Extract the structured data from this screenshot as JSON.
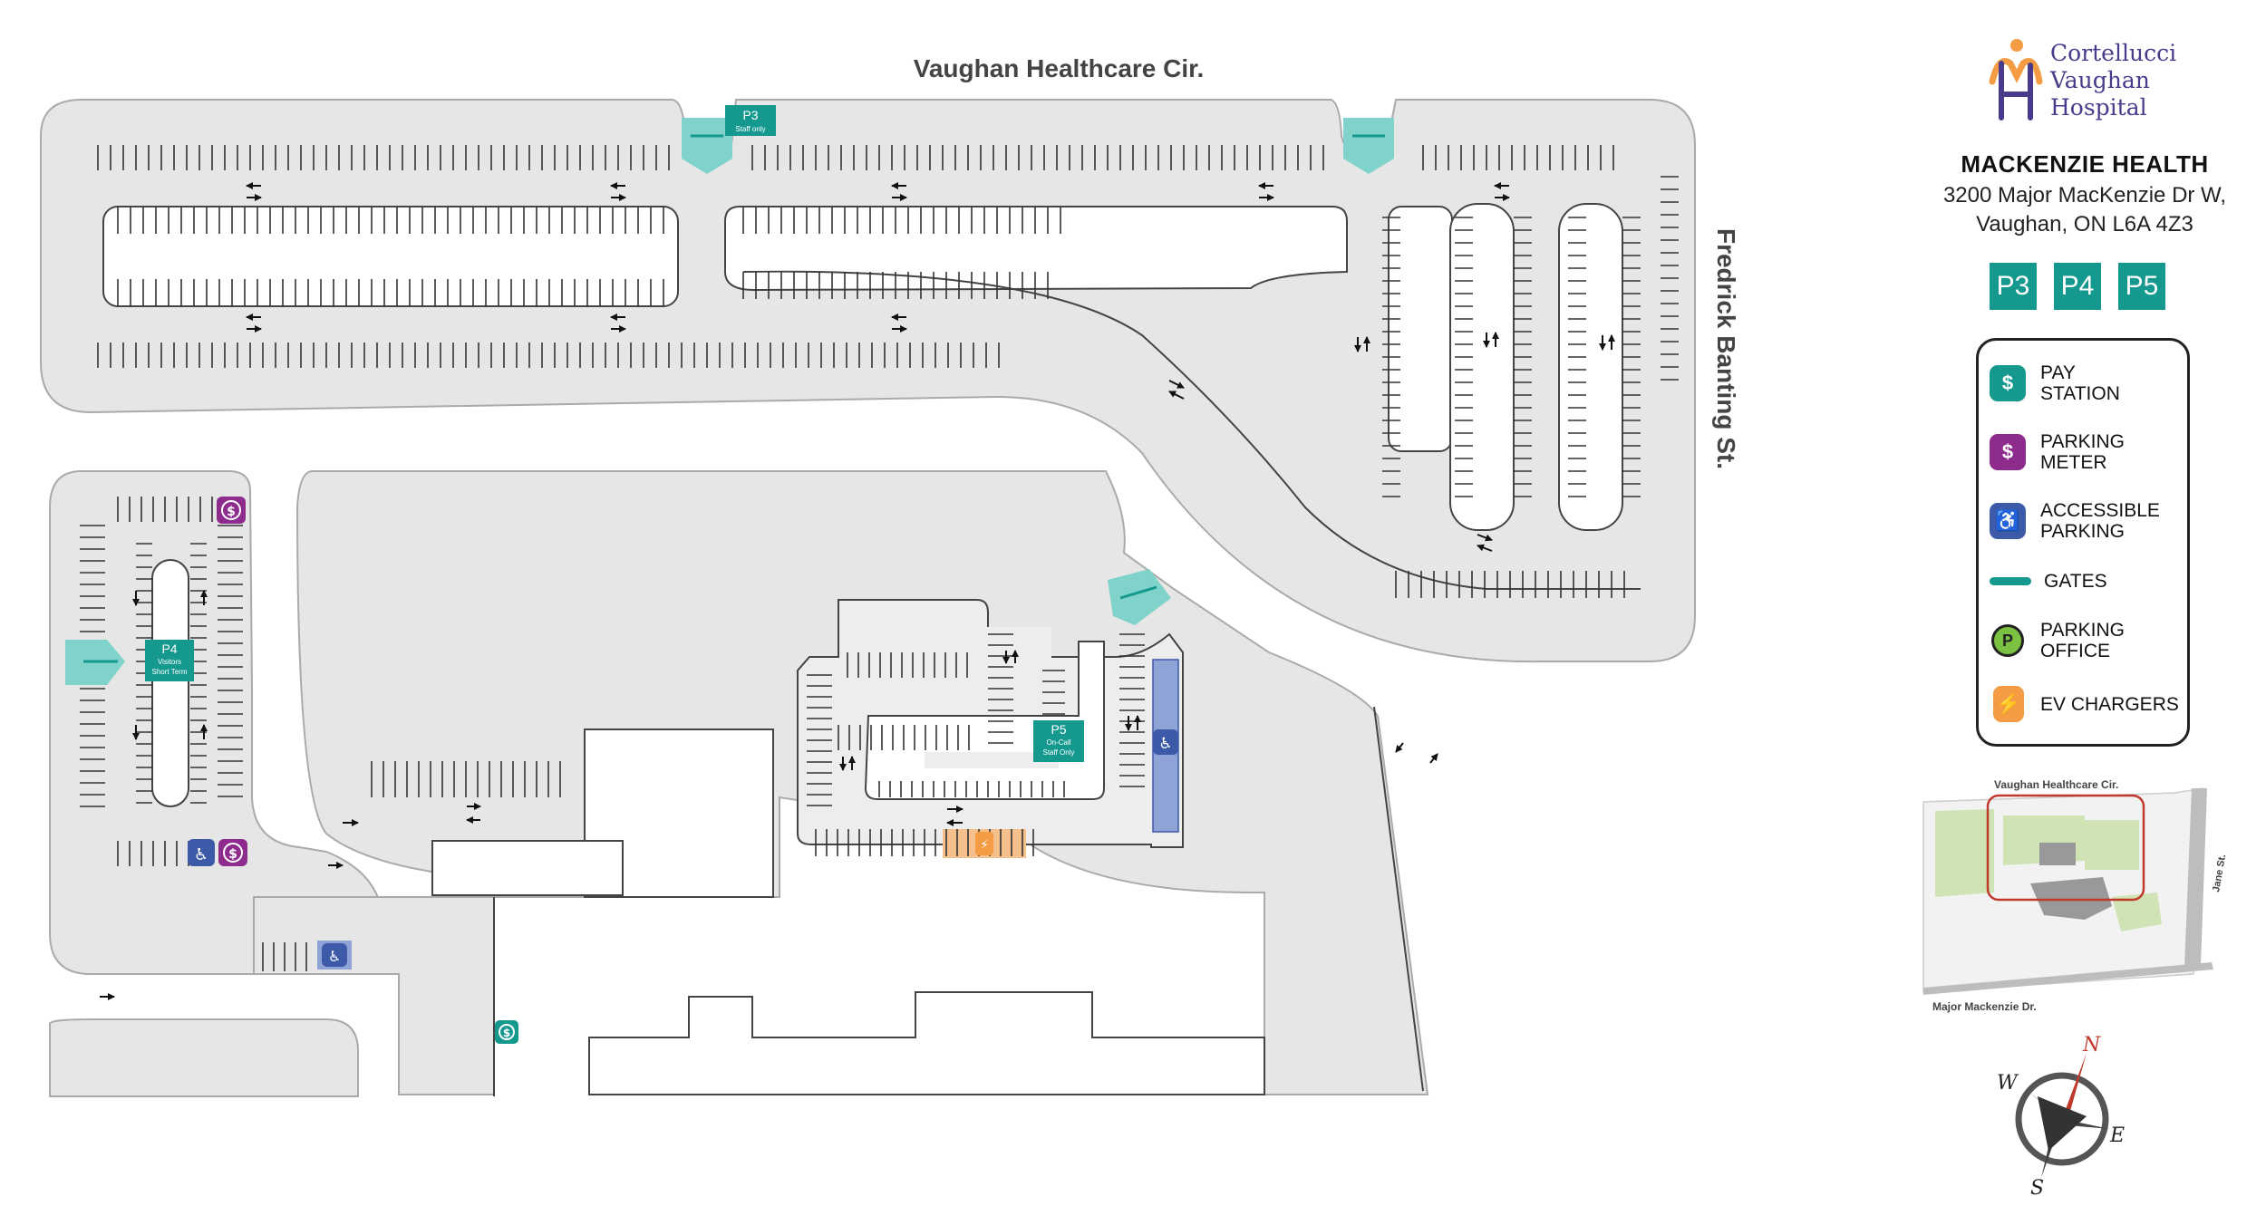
{
  "streets": {
    "top": "Vaughan Healthcare Cir.",
    "right": "Fredrick Banting St."
  },
  "lots": {
    "p3": {
      "name": "P3",
      "sub": "Staff only"
    },
    "p4": {
      "name": "P4",
      "sub1": "Visitors",
      "sub2": "Short Term"
    },
    "p5": {
      "name": "P5",
      "sub1": "On-Call",
      "sub2": "Staff Only"
    }
  },
  "hospital": {
    "line1": "Cortellucci",
    "line2": "Vaughan",
    "line3": "Hospital"
  },
  "organization": "MACKENZIE HEALTH",
  "address": {
    "line1": "3200 Major MacKenzie Dr W,",
    "line2": "Vaughan, ON L6A 4Z3"
  },
  "lot_badges": [
    "P3",
    "P4",
    "P5"
  ],
  "legend": [
    {
      "icon": "pay-station-icon",
      "label": "PAY\nSTATION",
      "color": "#15998f"
    },
    {
      "icon": "parking-meter-icon",
      "label": "PARKING\nMETER",
      "color": "#8e2c8e"
    },
    {
      "icon": "accessible-parking-icon",
      "label": "ACCESSIBLE\nPARKING",
      "color": "#3d5aa8"
    },
    {
      "icon": "gate-icon",
      "label": "GATES",
      "color": "#15998f"
    },
    {
      "icon": "parking-office-icon",
      "label": "PARKING\nOFFICE",
      "color": "#7cc242"
    },
    {
      "icon": "ev-charger-icon",
      "label": "EV CHARGERS",
      "color": "#f39c43"
    }
  ],
  "inset": {
    "top_road": "Vaughan Healthcare Cir.",
    "right_road": "Jane St.",
    "bottom_road": "Major Mackenzie Dr."
  },
  "compass": {
    "n": "N",
    "e": "E",
    "s": "S",
    "w": "W"
  },
  "colors": {
    "lot_fill": "#e6e6e6",
    "teal": "#15998f",
    "gate": "#7fd3cb",
    "accessible": "#3d5aa8",
    "accessible_zone": "#8fa3d6",
    "meter": "#8e2c8e",
    "ev": "#f6c08c",
    "hospital_logo": "#4a3a8c",
    "inset_route": "#c0392b"
  }
}
